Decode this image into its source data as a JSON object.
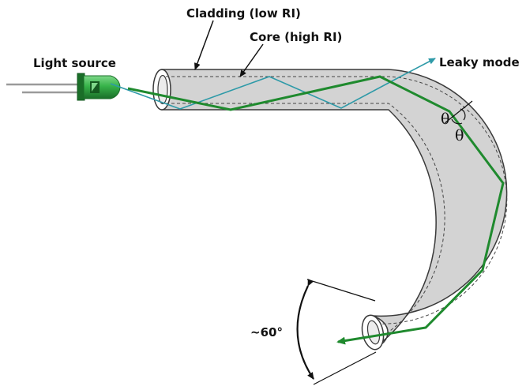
{
  "labels": {
    "cladding": "Cladding (low RI)",
    "core": "Core (high RI)",
    "light_source": "Light source",
    "leaky_mode": "Leaky mode",
    "theta_1": "θ",
    "theta_2": "θ",
    "acceptance_angle": "~60°"
  },
  "colors": {
    "fiber_fill": "#d3d3d3",
    "fiber_outline": "#3a3a3a",
    "core_dashes": "#444444",
    "guided_ray": "#1f8a2e",
    "leaky_ray": "#2e9aa8",
    "led_body": "#37b34a",
    "led_dark": "#1a6e28",
    "text": "#111111"
  },
  "icons": {
    "light_source": "led-icon"
  }
}
